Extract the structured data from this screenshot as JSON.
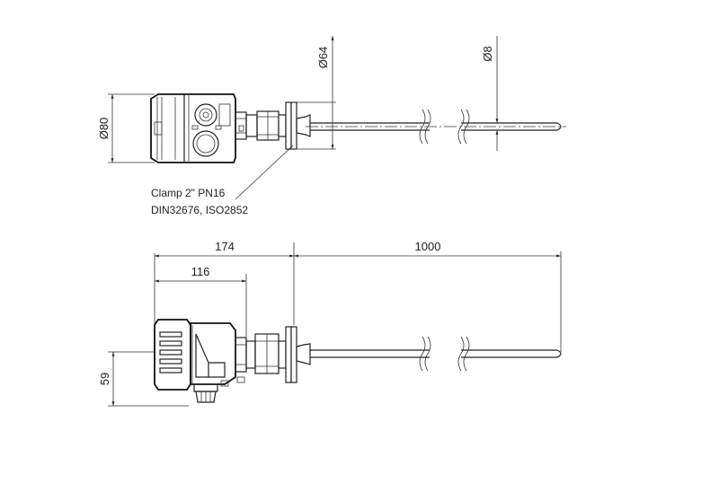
{
  "top_view": {
    "dia_housing": "Ø80",
    "dia_flange": "Ø64",
    "dia_rod": "Ø8",
    "note_line1": "Clamp 2\" PN16",
    "note_line2": "DIN32676, ISO2852"
  },
  "side_view": {
    "dim_total": "174",
    "dim_housing": "116",
    "dim_rod": "1000",
    "dim_height": "59"
  }
}
